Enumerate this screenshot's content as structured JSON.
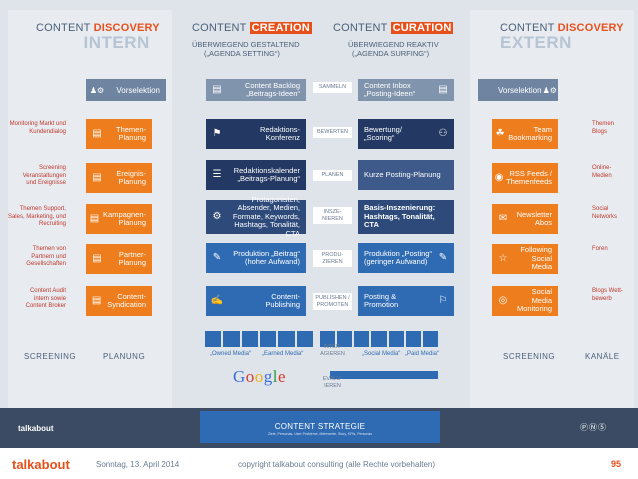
{
  "headers": {
    "h1": {
      "a": "CONTENT ",
      "b": "DISCOVERY",
      "big": "INTERN"
    },
    "h2": {
      "a": "CONTENT ",
      "b": "CREATION",
      "sub1": "ÜBERWIEGEND GESTALTEND",
      "sub2": "(„AGENDA SETTING“)"
    },
    "h3": {
      "a": "CONTENT ",
      "b": "CURATION",
      "sub1": "ÜBERWIEGEND REAKTIV",
      "sub2": "(„AGENDA SURFING“)"
    },
    "h4": {
      "a": "CONTENT ",
      "b": "DISCOVERY",
      "big": "EXTERN"
    }
  },
  "selection_left": "Vorselektion",
  "selection_right": "Vorselektion",
  "left_boxes": [
    "Themen-\nPlanung",
    "Ereignis-\nPlanung",
    "Kampagnen-\nPlanung",
    "Partner-\nPlanung",
    "Content-\nSyndication"
  ],
  "left_labels": [
    "Monitoring Markt und\nKundendialog",
    "Screening\nVeranstaltungen\nund Ereignisse",
    "Themen Support,\nSales, Marketing, und\nRecruiting",
    "Themen von\nPartnern und\nGesellschaften",
    "Content Audit\nintern sowie\nContent Broker"
  ],
  "right_boxes": [
    "Team\nBookmarking",
    "RSS Feeds /\nThemenfeeds",
    "Newsletter\nAbos",
    "Following\nSocial Media",
    "Social Media\nMonitoring"
  ],
  "right_labels": [
    "Themen\nBlogs",
    "Online-\nMedien",
    "Social\nNetworks",
    "Foren",
    "Blogs Wett-\nbewerb"
  ],
  "creation_boxes": [
    "Content Backlog\n„Beitrags-Ideen“",
    "Redaktions-\nKonferenz",
    "Redaktionskalender\n„Beitrags-Planung“",
    "Protagonisten,\nAbsender, Medien,\nFormate, Keywords,\nHashtags, Tonalität, CTA",
    "Produktion „Beitrag“\n(hoher Aufwand)",
    "Content-\nPublishing"
  ],
  "curation_boxes": [
    "Content Inbox\n„Posting-Ideen“",
    "Bewertung/\n„Scoring“",
    "Kurze Posting-Planung",
    "Basis-Inszenierung:\nHashtags, Tonalität,\nCTA",
    "Produktion „Posting“\n(geringer Aufwand)",
    "Posting &\nPromotion"
  ],
  "mid_labels": [
    "SAMMELN",
    "BEWERTEN",
    "PLANEN",
    "INSZE-\nNIEREN",
    "PRODU-\nZIEREN",
    "PUBLISHEN /\nPROMOTEN"
  ],
  "media": {
    "owned": "„Owned Media“",
    "earned": "„Earned Media“",
    "interagieren": "INTER-\nAGIEREN",
    "social": "„Social Media“",
    "paid": "„Paid Media“",
    "evaluieren": "EVALU-\nIEREN",
    "google": "Google"
  },
  "bottom_labels": {
    "screening_l": "SCREENING",
    "planung": "PLANUNG",
    "screening_r": "SCREENING",
    "kanaele": "KANÄLE"
  },
  "strategy": {
    "title": "CONTENT STRATEGIE",
    "sub": "Ziele, Personas, User Probleme, Mehrwerte, Story, KPIs, Personas"
  },
  "footer": {
    "brand": "talkabout",
    "date": "Sonntag, 13. April 2014",
    "copyright": "copyright talkabout consulting (alle Rechte vorbehalten)",
    "page": "95"
  },
  "strip_brand": "talkabout",
  "colors": {
    "accent": "#e8501a",
    "orange": "#ee7d1e",
    "navy": "#233862",
    "blue": "#2f6bb3"
  }
}
